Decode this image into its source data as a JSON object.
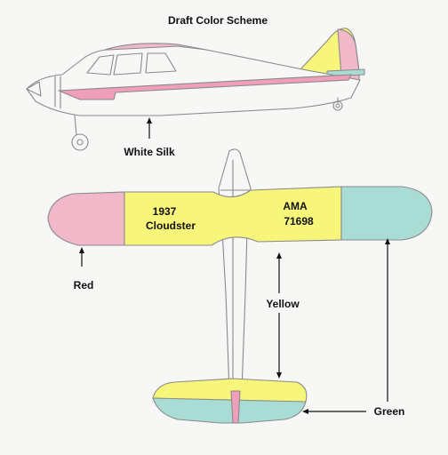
{
  "title": "Draft Color Scheme",
  "labels": {
    "white_silk": "White Silk",
    "red": "Red",
    "yellow": "Yellow",
    "green": "Green",
    "wing_left_line1": "1937",
    "wing_left_line2": "Cloudster",
    "wing_right_line1": "AMA",
    "wing_right_line2": "71698"
  },
  "colors": {
    "red": "#f0b8c8",
    "pink_stripe": "#ef9fba",
    "yellow": "#f7f57a",
    "green": "#a8dcd4",
    "pencil": "#8a8a8a"
  }
}
